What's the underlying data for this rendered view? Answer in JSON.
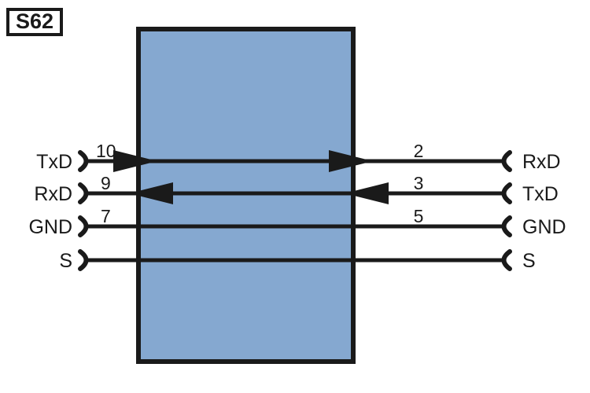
{
  "diagram": {
    "title_tag": "S62",
    "device_block": {
      "name": "device-body",
      "fill_color": "#85a8d0",
      "border_color": "#1a1a1a"
    },
    "left_side": {
      "connector_shape": "open-paren-hook",
      "signals": [
        {
          "label": "TxD",
          "pin": "10",
          "direction": "right"
        },
        {
          "label": "RxD",
          "pin": "9",
          "direction": "left"
        },
        {
          "label": "GND",
          "pin": "7",
          "direction": "none"
        },
        {
          "label": "S",
          "pin": "",
          "direction": "none"
        }
      ]
    },
    "right_side": {
      "connector_shape": "c-hook",
      "signals": [
        {
          "label": "RxD",
          "pin": "2",
          "direction": "right"
        },
        {
          "label": "TxD",
          "pin": "3",
          "direction": "left"
        },
        {
          "label": "GND",
          "pin": "5",
          "direction": "none"
        },
        {
          "label": "S",
          "pin": "",
          "direction": "none"
        }
      ]
    }
  }
}
